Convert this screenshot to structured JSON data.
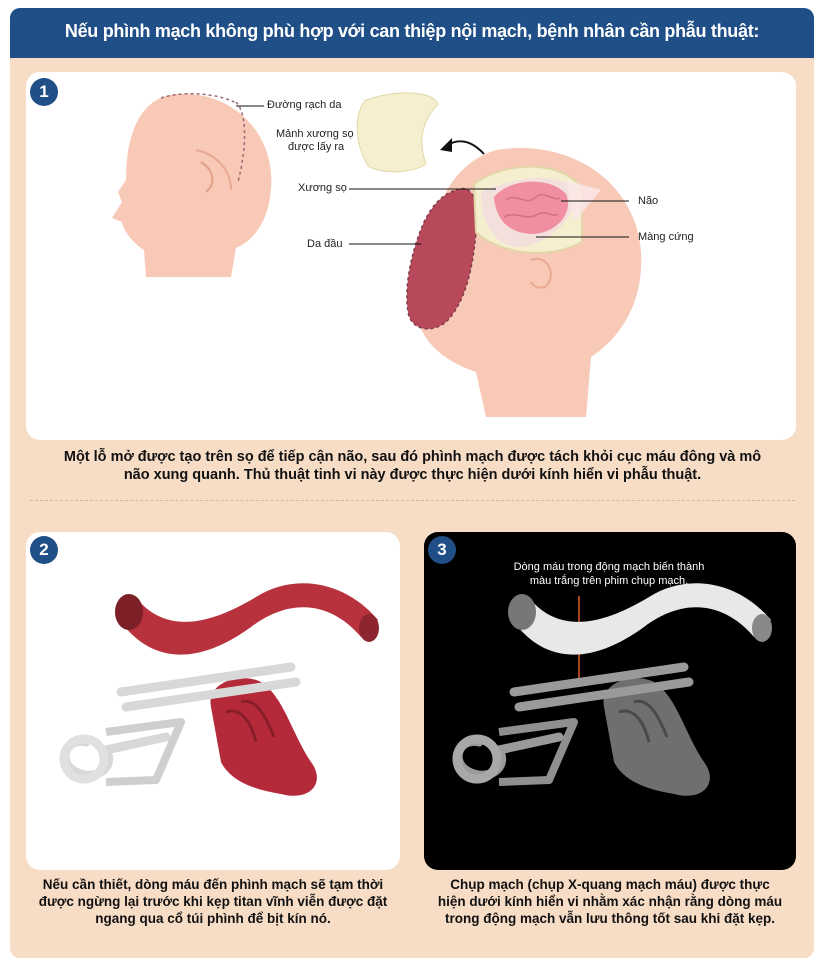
{
  "header": {
    "title": "Nếu phình mạch không phù hợp với can thiệp nội mạch, bệnh nhân cần phẫu thuật:"
  },
  "step1": {
    "badge": "1",
    "labels": {
      "incision": "Đường rạch da",
      "bone_flap_line1": "Mảnh xương sọ",
      "bone_flap_line2": "được lấy ra",
      "skull": "Xương sọ",
      "brain": "Não",
      "dura": "Màng cứng",
      "scalp": "Da đầu"
    },
    "caption_line1": "Một lỗ mở được tạo trên sọ để tiếp cận não, sau đó phình mạch được tách khỏi cục máu đông và mô",
    "caption_line2": "não xung quanh. Thủ thuật tinh vi này được thực hiện dưới kính hiển vi phẫu thuật."
  },
  "step2": {
    "badge": "2",
    "caption_line1": "Nếu cần thiết, dòng máu đến phình mạch sẽ tạm thời",
    "caption_line2": "được ngừng lại trước khi kẹp titan vĩnh viễn được đặt",
    "caption_line3": "ngang qua cổ túi phình để bịt kín nó."
  },
  "step3": {
    "badge": "3",
    "note_line1": "Dòng máu trong động mạch biến thành",
    "note_line2": "màu trắng trên phim chụp mạch.",
    "caption_line1": "Chụp mạch (chụp X-quang mạch máu) được thực",
    "caption_line2": "hiện dưới kính hiển vi nhằm xác nhận rằng dòng máu",
    "caption_line3": "trong động mạch vẫn lưu thông tốt sau khi đặt kẹp."
  },
  "colors": {
    "header": "#1f4f86",
    "background": "#f7dcc6",
    "skin": "#f7c9b6",
    "scalp": "#b8495a",
    "artery": "#b8323d",
    "leader": "#e05a2b"
  }
}
